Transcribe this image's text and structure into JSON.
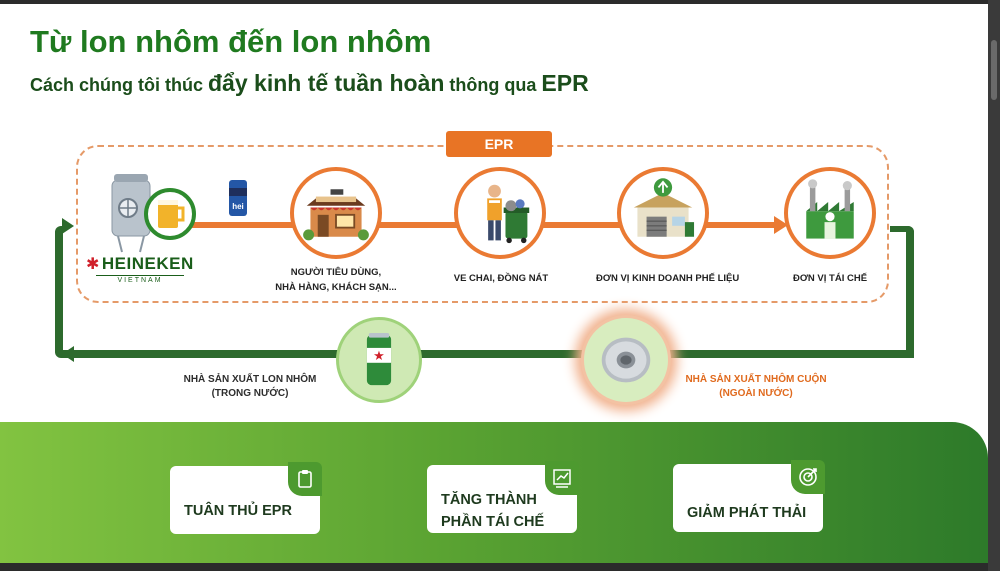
{
  "title": "Từ lon nhôm đến lon nhôm",
  "subtitle": {
    "part1": "Cách chúng tôi thúc ",
    "part2": "đẩy kinh tế tuần hoàn",
    "part3": " thông qua ",
    "part4": "EPR"
  },
  "epr_tag": "EPR",
  "brand": {
    "name": "HEINEKEN",
    "country": "VIETNAM"
  },
  "flow_nodes": [
    {
      "icon": "restaurant-icon",
      "label_line1": "NGƯỜI TIÊU DÙNG,",
      "label_line2": "NHÀ HÀNG, KHÁCH SẠN..."
    },
    {
      "icon": "waste-collector-icon",
      "label_line1": "VE CHAI, ĐỒNG NÁT",
      "label_line2": ""
    },
    {
      "icon": "recycling-center-icon",
      "label_line1": "ĐƠN VỊ KINH DOANH PHẾ LIỆU",
      "label_line2": ""
    },
    {
      "icon": "recycling-factory-icon",
      "label_line1": "ĐƠN VỊ TÁI CHẾ",
      "label_line2": ""
    }
  ],
  "return_nodes": {
    "can_maker": {
      "icon": "aluminum-can-icon",
      "line1": "NHÀ SẢN XUẤT LON NHÔM",
      "line2": "(TRONG NƯỚC)"
    },
    "coil_maker": {
      "icon": "aluminum-coil-icon",
      "line1": "NHÀ SẢN XUẤT NHÔM CUỘN",
      "line2": "(NGOÀI NƯỚC)"
    }
  },
  "cards": [
    {
      "icon": "clipboard-icon",
      "line1": "TUÂN THỦ EPR",
      "line2": ""
    },
    {
      "icon": "recycle-chart-icon",
      "line1": "TĂNG THÀNH",
      "line2": "PHẦN TÁI CHẾ"
    },
    {
      "icon": "target-icon",
      "line1": "GIẢM PHÁT THẢI",
      "line2": ""
    }
  ],
  "colors": {
    "primary_green": "#1f7a1f",
    "orange": "#ea7a33",
    "dark_green": "#2d6a2d",
    "band_start": "#82c341",
    "band_end": "#2d7a2a"
  }
}
